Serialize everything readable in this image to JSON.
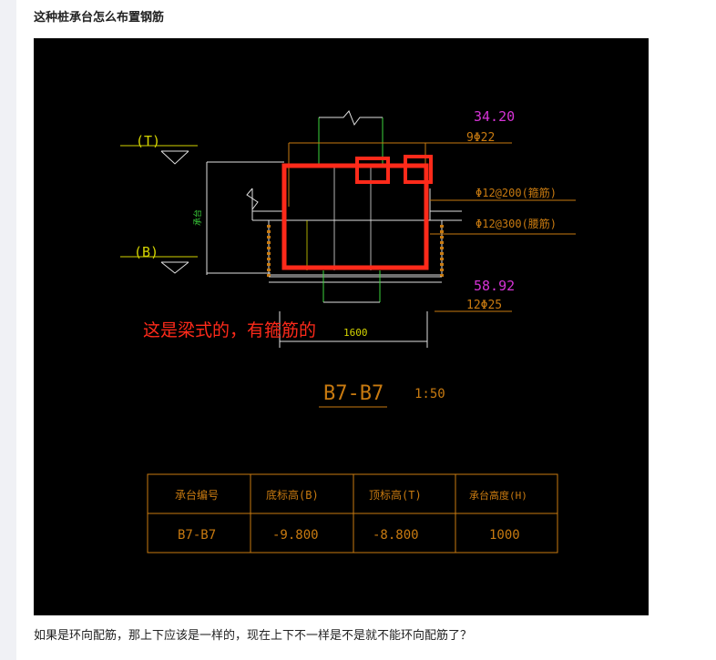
{
  "post": {
    "title": "这种桩承台怎么布置钢筋",
    "body": "如果是环向配筋，那上下应该是一样的，现在上下不一样是不是就不能环向配筋了？"
  },
  "drawing": {
    "elev_top_label": "(T)",
    "elev_bottom_label": "(B)",
    "height_dim_label": "承台",
    "top_bar_count": "34.20",
    "top_bar_spec": "9Φ22",
    "stirrup_spec": "Φ12@200(箍筋)",
    "waist_spec": "Φ12@300(腰筋)",
    "bottom_bar_count": "58.92",
    "bottom_bar_spec": "12Φ25",
    "width_dim": "1600",
    "annotation": "这是梁式的，有箍筋的",
    "section_title": "B7-B7",
    "section_scale": "1:50",
    "colors": {
      "background": "#000000",
      "annotation_red": "#ff2a1a",
      "magenta": "#d633d6",
      "yellow": "#d4d400",
      "green": "#3cd43c",
      "white": "#e0e0e0",
      "table_line": "#c87a10"
    }
  },
  "table": {
    "headers": [
      "承台编号",
      "底标高(B)",
      "顶标高(T)",
      "承台高度(H)"
    ],
    "row": [
      "B7-B7",
      "-9.800",
      "-8.800",
      "1000"
    ]
  }
}
